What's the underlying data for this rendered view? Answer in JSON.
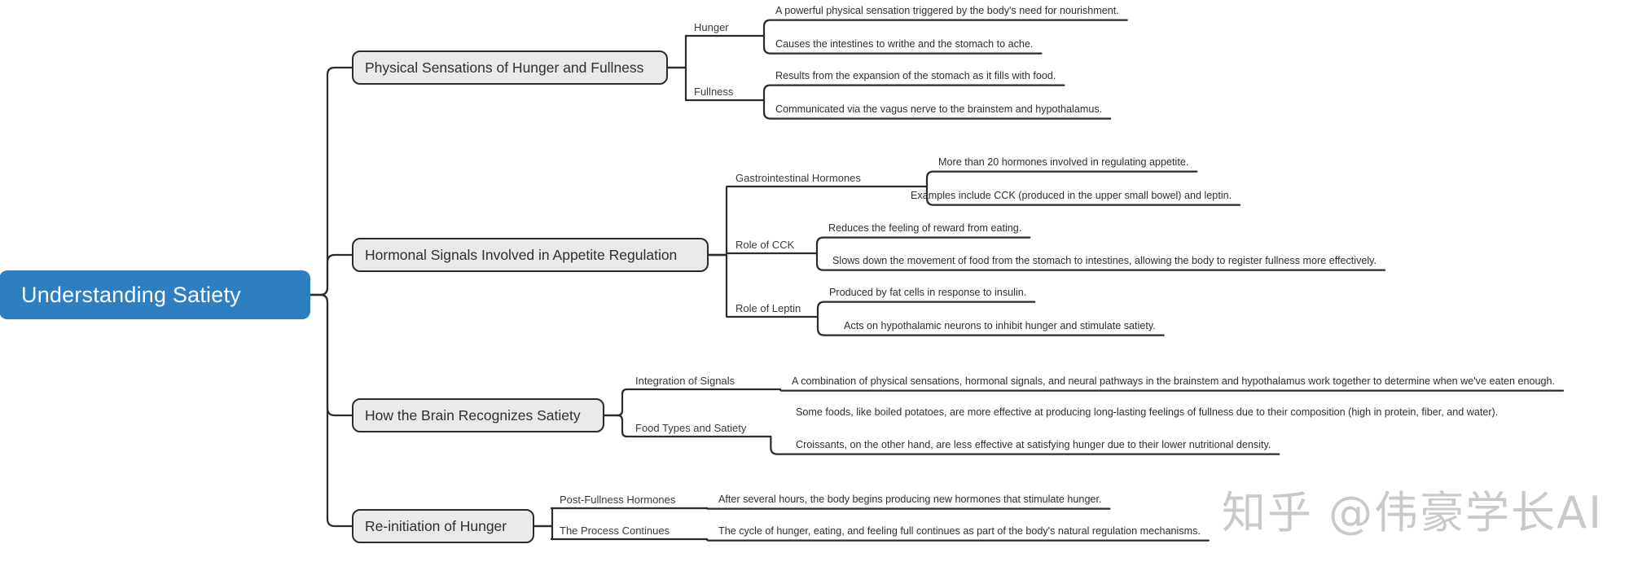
{
  "diagram": {
    "kind": "mind-map",
    "root": {
      "label": "Understanding Satiety",
      "color": "#2e7fc1",
      "text_color": "#ffffff"
    },
    "style": {
      "topic_fill": "#e9e9e9",
      "stroke": "#2b2b2b",
      "text": "#2f2f2f"
    },
    "branches": [
      {
        "label": "Physical Sensations of Hunger and Fullness",
        "subtopics": [
          {
            "label": "Hunger",
            "leaves": [
              "A powerful physical sensation triggered by the body's need for nourishment.",
              "Causes the intestines to writhe and the stomach to ache."
            ]
          },
          {
            "label": "Fullness",
            "leaves": [
              "Results from the expansion of the stomach as it fills with food.",
              "Communicated via the vagus nerve to the brainstem and hypothalamus."
            ]
          }
        ]
      },
      {
        "label": "Hormonal Signals Involved in Appetite Regulation",
        "subtopics": [
          {
            "label": "Gastrointestinal Hormones",
            "leaves": [
              "More than 20 hormones involved in regulating appetite.",
              "Examples include CCK (produced in the upper small bowel) and leptin."
            ]
          },
          {
            "label": "Role of CCK",
            "leaves": [
              "Reduces the feeling of reward from eating.",
              "Slows down the movement of food from the stomach to intestines, allowing the body to register fullness more effectively."
            ]
          },
          {
            "label": "Role of Leptin",
            "leaves": [
              "Produced by fat cells in response to insulin.",
              "Acts on hypothalamic neurons to inhibit hunger and stimulate satiety."
            ]
          }
        ]
      },
      {
        "label": "How the Brain Recognizes Satiety",
        "subtopics": [
          {
            "label": "Integration of Signals",
            "leaves": [
              "A combination of physical sensations, hormonal signals, and neural pathways in the brainstem and hypothalamus work together to determine when we've eaten enough."
            ]
          },
          {
            "label": "Food Types and Satiety",
            "leaves": [
              "Some foods, like boiled potatoes, are more effective at producing long-lasting feelings of fullness due to their composition (high in protein, fiber, and water).",
              "Croissants, on the other hand, are less effective at satisfying hunger due to their lower nutritional density."
            ]
          }
        ]
      },
      {
        "label": "Re-initiation of Hunger",
        "subtopics": [
          {
            "label": "Post-Fullness Hormones",
            "leaves": [
              "After several hours, the body begins producing new hormones that stimulate hunger."
            ]
          },
          {
            "label": "The Process Continues",
            "leaves": [
              "The cycle of hunger, eating, and feeling full continues as part of the body's natural regulation mechanisms."
            ]
          }
        ]
      }
    ]
  },
  "watermark": {
    "text": "知乎 @伟豪学长AI",
    "color": "#c9c9c9"
  }
}
